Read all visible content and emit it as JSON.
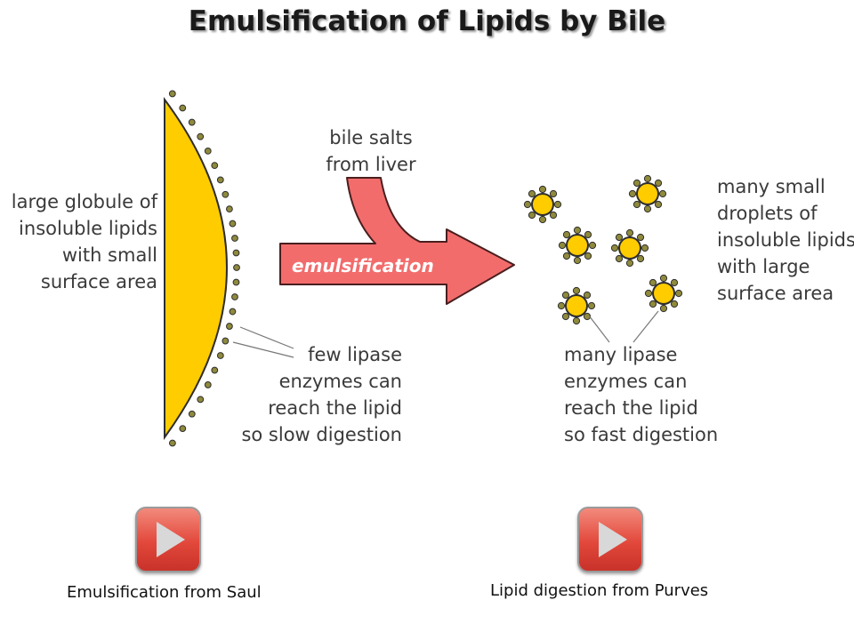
{
  "title": "Emulsification of Lipids by Bile",
  "left_label": [
    "large globule of",
    "insoluble lipids",
    "with small",
    "surface area"
  ],
  "bile_label": [
    "bile salts",
    "from liver"
  ],
  "arrow_label": "emulsification",
  "few_lipase_label": [
    "few lipase",
    "enzymes can",
    "reach the lipid",
    "so slow digestion"
  ],
  "right_label": [
    "many small",
    "droplets of",
    "insoluble lipids",
    "with large",
    "surface area"
  ],
  "many_lipase_label": [
    "many lipase",
    "enzymes can",
    "reach the lipid",
    "so fast digestion"
  ],
  "videos": [
    {
      "caption": "Emulsification from Saul",
      "icon": "play-icon"
    },
    {
      "caption": "Lipid digestion from Purves",
      "icon": "play-icon"
    }
  ],
  "colors": {
    "lipid": "#ffcc00",
    "enzyme": "#8f8a3c",
    "arrow": "#f26c6c",
    "play_button": "#e2483b"
  }
}
